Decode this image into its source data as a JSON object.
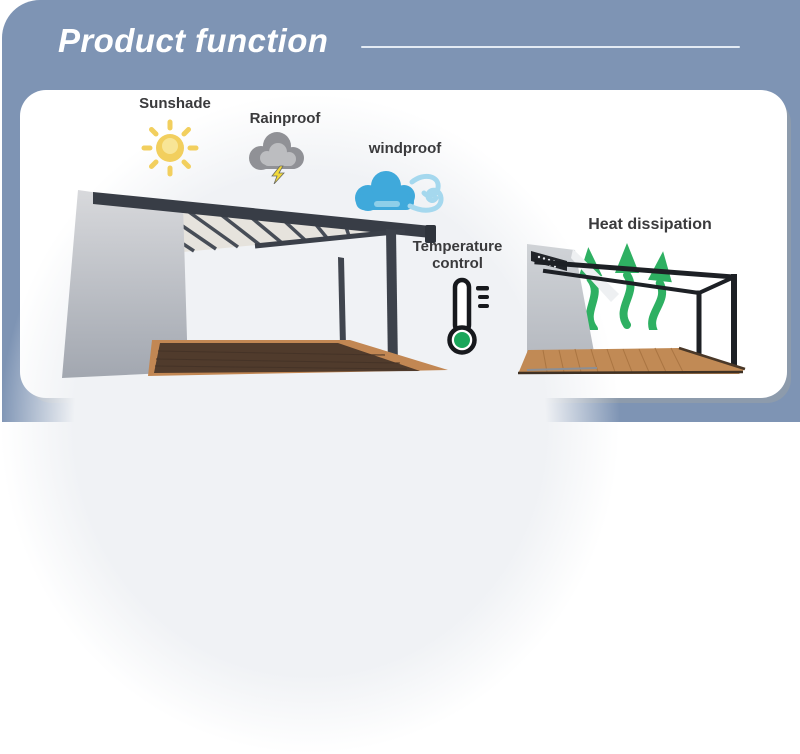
{
  "header": {
    "title": "Product function"
  },
  "card": {
    "features": [
      {
        "id": "sunshade",
        "label": "Sunshade",
        "icon": "sun-icon"
      },
      {
        "id": "rainproof",
        "label": "Rainproof",
        "icon": "storm-cloud-icon"
      },
      {
        "id": "windproof",
        "label": "windproof",
        "icon": "wind-cloud-icon"
      },
      {
        "id": "temperature-control",
        "label_line1": "Temperature",
        "label_line2": "control",
        "icon": "thermometer-icon"
      },
      {
        "id": "heat-dissipation",
        "label": "Heat dissipation",
        "icon": "heat-arrows-icon"
      }
    ],
    "illustrations": [
      {
        "id": "pergola-closed",
        "description": "wall-mounted louvered pergola with closed roof and wood deck"
      },
      {
        "id": "pergola-open",
        "description": "open pergola frame releasing heat with wood deck"
      }
    ]
  },
  "colors": {
    "background_blue": "#7e94b4",
    "card_white": "#ffffff",
    "title_white": "#ffffff",
    "divider": "#e3ebf4",
    "label_text": "#3a3a3c",
    "sun_yellow": "#f2cf5e",
    "storm_cloud_gray": "#909196",
    "storm_cloud_inner": "#bcbdc0",
    "lightning_yellow": "#f2d93a",
    "wind_blue": "#3fa9db",
    "wind_swirl": "#a5d8ee",
    "thermometer_green": "#1aa65a",
    "arrow_green": "#2eb062",
    "wood_light": "#c28753",
    "wood_dark": "#503b2c",
    "frame_dark": "#3b4049"
  }
}
